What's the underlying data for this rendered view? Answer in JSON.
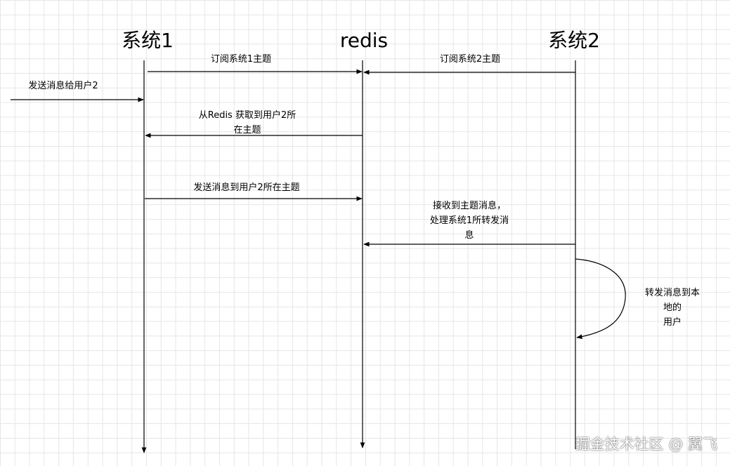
{
  "participants": [
    {
      "name": "系统1"
    },
    {
      "name": "redis"
    },
    {
      "name": "系统2"
    }
  ],
  "messages": [
    {
      "text": "订阅系统1主题"
    },
    {
      "text": "订阅系统2主题"
    },
    {
      "text": "发送消息给用户2"
    },
    {
      "text": "从Redis 获取到用户2所\n在主题"
    },
    {
      "text": "发送消息到用户2所在主题"
    },
    {
      "text": "接收到主题消息，\n处理系统1所转发消\n息"
    },
    {
      "text": "转发消息到本地的\n用户"
    }
  ],
  "watermark": "掘金技术社区 @ 翼飞",
  "colors": {
    "line": "#000000",
    "grid": "#e6e6e6",
    "background": "#ffffff"
  }
}
